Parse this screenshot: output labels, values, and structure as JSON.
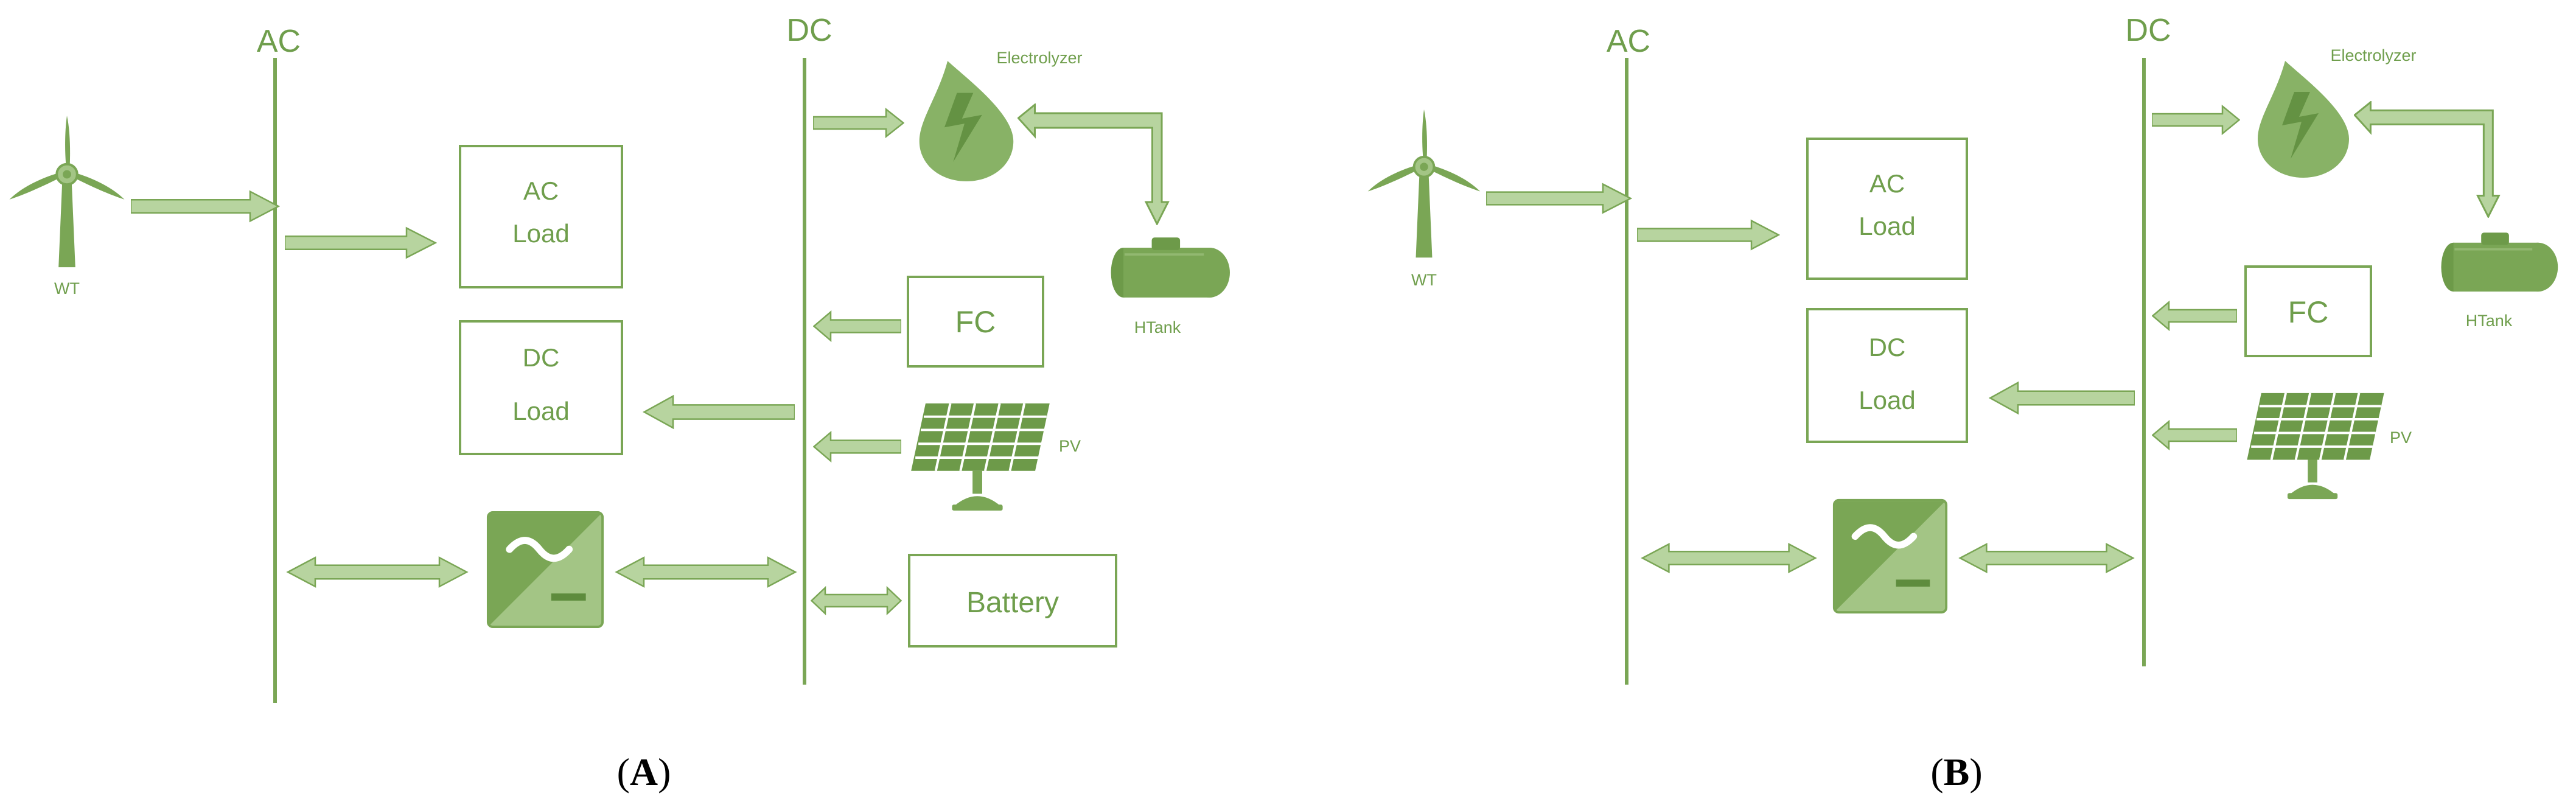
{
  "colors": {
    "accent": "#7aa655",
    "fill_light": "#a3c585",
    "fill_mid": "#88b266",
    "stroke": "#6f9e4c"
  },
  "panel_a": {
    "label_open": "(",
    "label_letter": "A",
    "label_close": ")",
    "ac_bus": "AC",
    "dc_bus": "DC",
    "wt": "WT",
    "electrolyzer": "Electrolyzer",
    "htank": "HTank",
    "pv": "PV",
    "ac_load_line1": "AC",
    "ac_load_line2": "Load",
    "dc_load_line1": "DC",
    "dc_load_line2": "Load",
    "fc": "FC",
    "battery": "Battery"
  },
  "panel_b": {
    "label_open": "(",
    "label_letter": "B",
    "label_close": ")",
    "ac_bus": "AC",
    "dc_bus": "DC",
    "wt": "WT",
    "electrolyzer": "Electrolyzer",
    "htank": "HTank",
    "pv": "PV",
    "ac_load_line1": "AC",
    "ac_load_line2": "Load",
    "dc_load_line1": "DC",
    "dc_load_line2": "Load",
    "fc": "FC"
  }
}
